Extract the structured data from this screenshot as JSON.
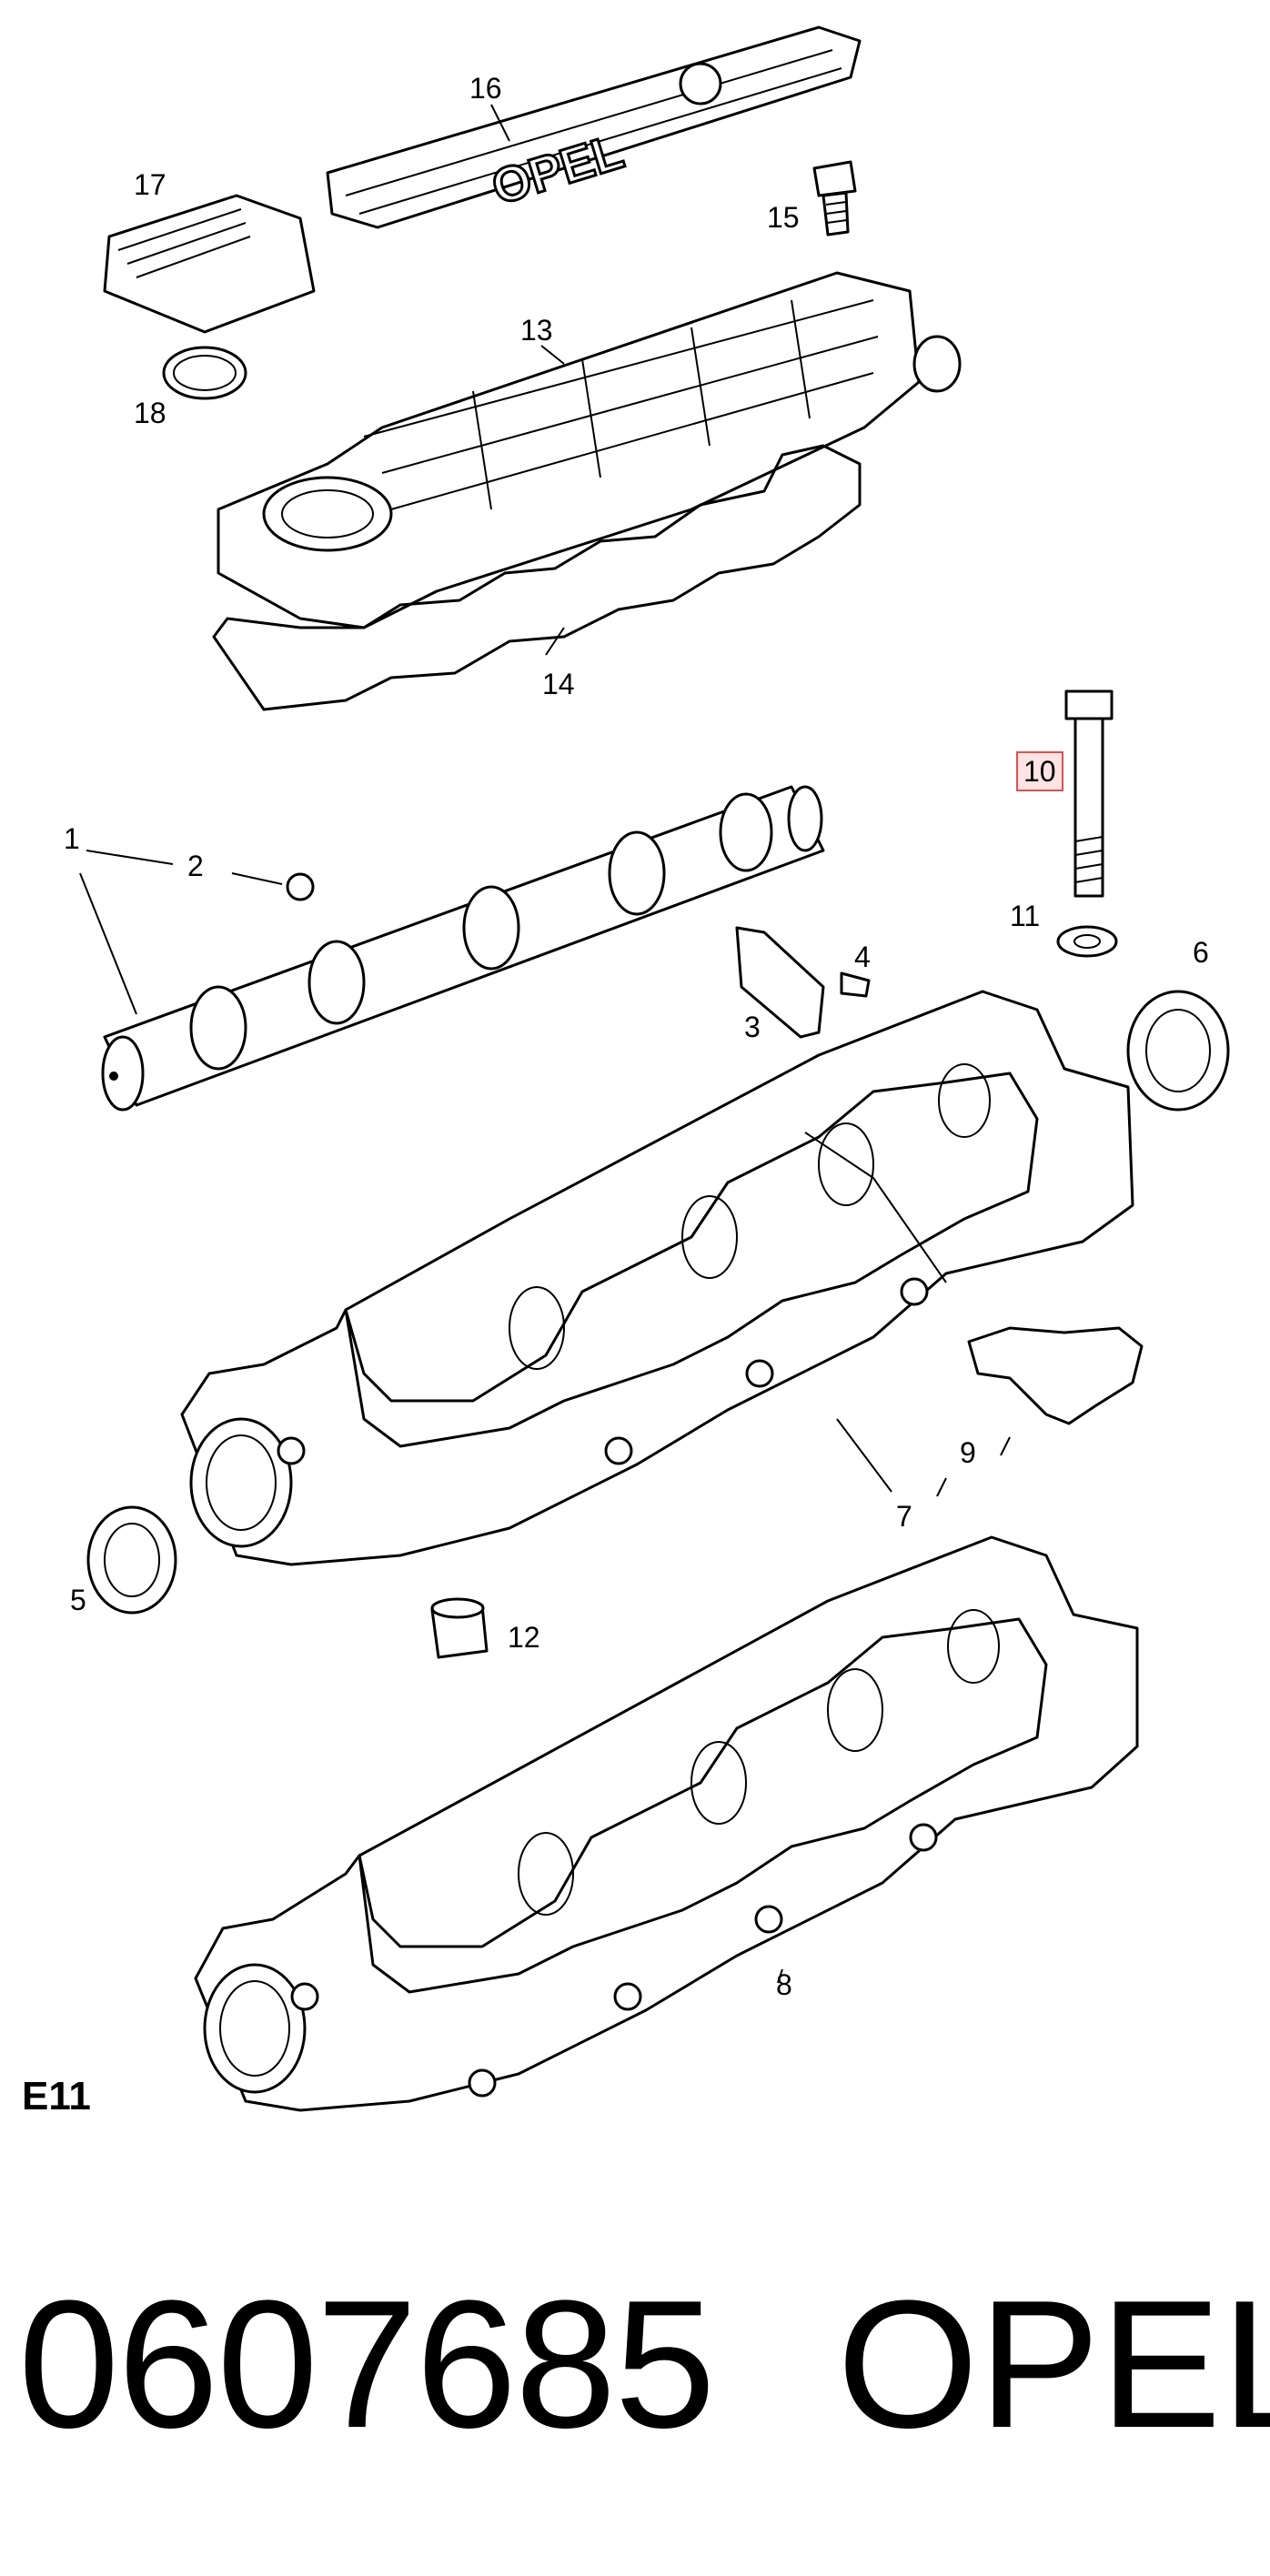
{
  "diagram": {
    "callouts": [
      {
        "id": "1",
        "label": "1"
      },
      {
        "id": "2",
        "label": "2"
      },
      {
        "id": "3",
        "label": "3"
      },
      {
        "id": "4",
        "label": "4"
      },
      {
        "id": "5",
        "label": "5"
      },
      {
        "id": "6",
        "label": "6"
      },
      {
        "id": "7",
        "label": "7"
      },
      {
        "id": "8",
        "label": "8"
      },
      {
        "id": "9",
        "label": "9"
      },
      {
        "id": "10",
        "label": "10",
        "highlighted": true
      },
      {
        "id": "11",
        "label": "11"
      },
      {
        "id": "12",
        "label": "12"
      },
      {
        "id": "13",
        "label": "13"
      },
      {
        "id": "14",
        "label": "14"
      },
      {
        "id": "15",
        "label": "15"
      },
      {
        "id": "16",
        "label": "16"
      },
      {
        "id": "17",
        "label": "17"
      },
      {
        "id": "18",
        "label": "18"
      }
    ],
    "cover_logo_text": "OPEL",
    "section_code": "E11",
    "part_number": "0607685",
    "brand": "OPEL",
    "highlight_color": "#d9534f"
  }
}
